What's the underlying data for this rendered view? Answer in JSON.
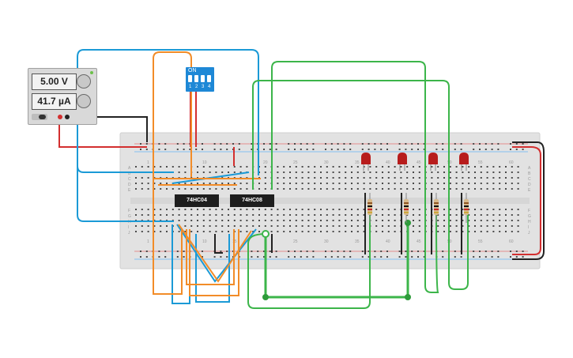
{
  "power_supply": {
    "voltage_display": "5.00 V",
    "current_display": "41.7 µA"
  },
  "dip_switch": {
    "on_label": "ON",
    "switch_numbers": [
      "1",
      "2",
      "3",
      "4"
    ]
  },
  "chips": {
    "left_label": "74HC04",
    "right_label": "74HC08"
  },
  "breadboard": {
    "column_labels_top": [
      "1",
      "10",
      "20",
      "25",
      "30",
      "35",
      "40",
      "45",
      "50",
      "55",
      "60"
    ],
    "column_labels_bottom": [
      "1",
      "10",
      "15",
      "25",
      "30",
      "35",
      "40",
      "45",
      "50",
      "55",
      "60"
    ],
    "row_labels_top": [
      "A",
      "B",
      "C",
      "D",
      "E"
    ],
    "row_labels_bottom": [
      "F",
      "G",
      "H",
      "I",
      "J"
    ]
  },
  "colors": {
    "wire_blue": "#1b9ad6",
    "wire_orange": "#f28c28",
    "wire_green": "#3cb54a",
    "wire_red": "#d32f2f",
    "wire_black": "#222222",
    "led_red": "#b71c1c",
    "breadboard": "#e2e2e2"
  }
}
